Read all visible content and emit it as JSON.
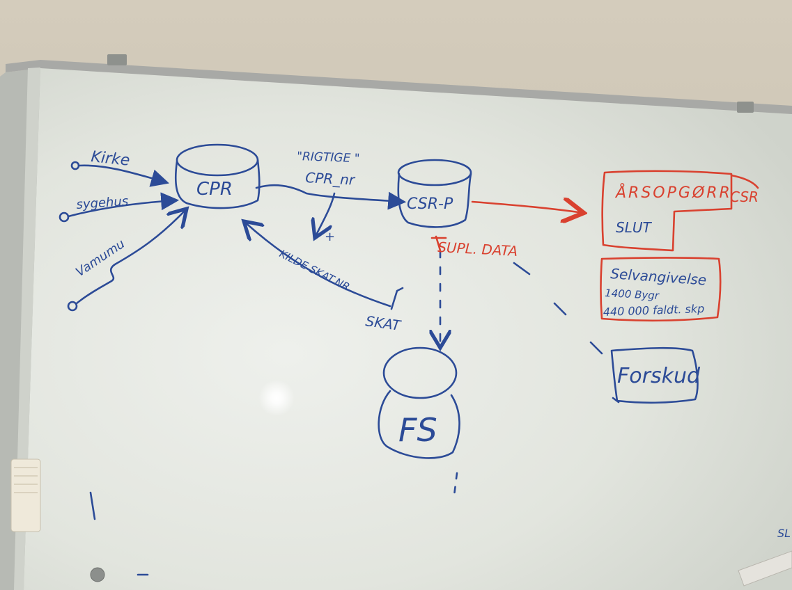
{
  "whiteboard": {
    "sources": [
      "Kirke",
      "sygehus",
      "Vamumu"
    ],
    "cpr_label": "CPR",
    "rigtige_label": "\"RIGTIGE \"",
    "cpr_nr_label": "CPR_nr",
    "csr_label": "CSR-P",
    "kilde_label": "KILDE SKAT.NR",
    "skat_label": "SKAT",
    "supl_label": "SUPL. DATA",
    "fs_label": "FS",
    "arsopgorr_label": "ÅRSOPGØRR",
    "csr_red_label": "CSR",
    "slut_label": "SLUT",
    "selvangivelse_label": "Selvangivelse",
    "line1": "1400 Bygr",
    "line2": "440 000 faldt. skp",
    "forskud_label": "Forskud",
    "plus_label": "+",
    "edge_label": "SL"
  },
  "colors": {
    "marker_blue": "#2c4b97",
    "marker_red": "#d9412f",
    "board": "#e4e6e0",
    "wall": "#c8c1b2"
  }
}
